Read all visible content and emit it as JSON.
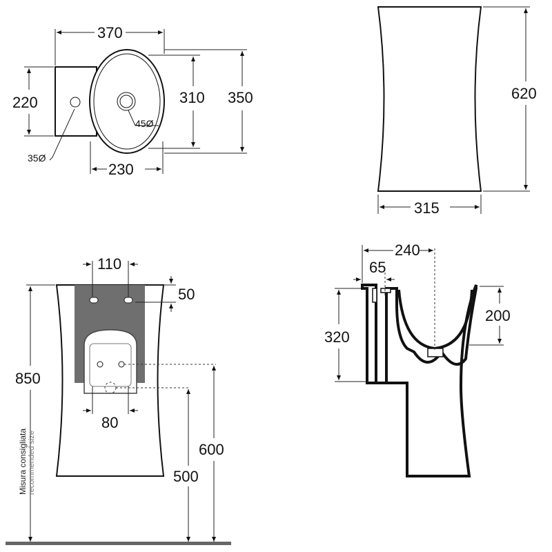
{
  "top_view": {
    "width_370": "370",
    "depth_220": "220",
    "basin_310": "310",
    "overall_350": "350",
    "basin_230": "230",
    "drain_diameter": "45Ø",
    "tap_hole_diameter": "35Ø"
  },
  "side_outline_view": {
    "height_620": "620",
    "width_315": "315"
  },
  "front_view": {
    "fixings_110": "110",
    "fixing_offset_50": "50",
    "height_850": "850",
    "waste_80": "80",
    "water_height_600": "600",
    "waste_height_500": "500",
    "note_it": "Misura consigliata",
    "note_en": "recommended size"
  },
  "section_view": {
    "depth_240": "240",
    "offset_65": "65",
    "height_320": "320",
    "bowl_200": "200"
  }
}
